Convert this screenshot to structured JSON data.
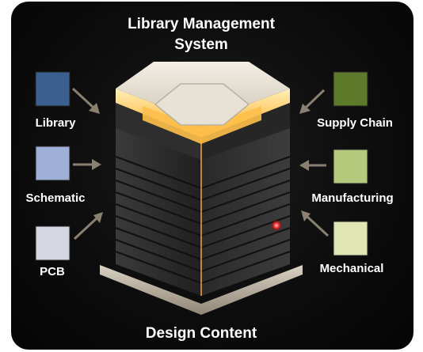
{
  "title": {
    "line1": "Library Management",
    "line2": "System"
  },
  "bottom_label": "Design Content",
  "left_inputs": [
    {
      "label": "Library",
      "color": "#3b5f8e"
    },
    {
      "label": "Schematic",
      "color": "#9fb0d6"
    },
    {
      "label": "PCB",
      "color": "#d4d7e2"
    }
  ],
  "right_outputs": [
    {
      "label": "Supply Chain",
      "color": "#5c7a2a"
    },
    {
      "label": "Manufacturing",
      "color": "#b5c97d"
    },
    {
      "label": "Mechanical",
      "color": "#dfe6b3"
    }
  ],
  "colors": {
    "background": "#0d0d0d",
    "glow": "#ffb43a",
    "arrow": "#8a8072",
    "indicator": "#ff3b3b"
  }
}
